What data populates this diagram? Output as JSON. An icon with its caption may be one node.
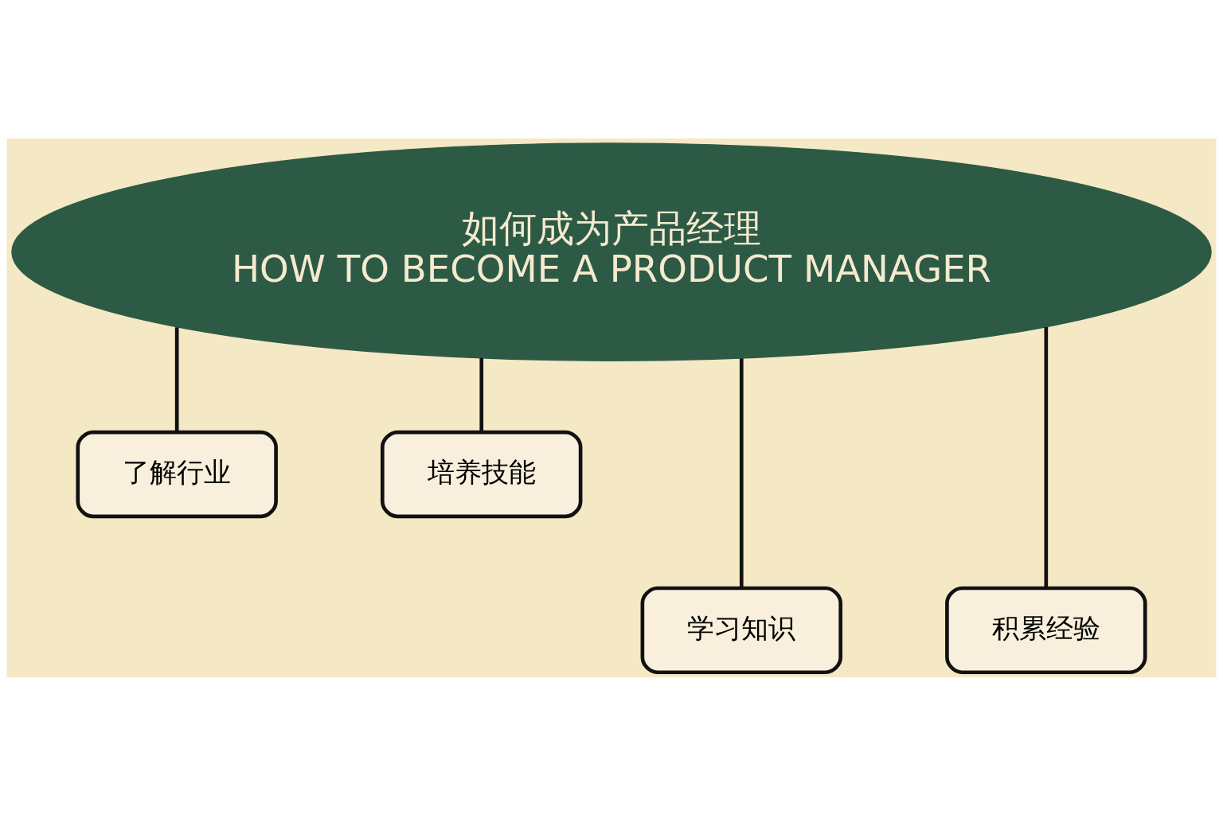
{
  "diagram": {
    "nodes": [
      {
        "text": [
          "如何成为产品经理",
          "HOW TO BECOME A PRODUCT MANAGER"
        ]
      },
      {
        "text": [
          "了解行业"
        ]
      },
      {
        "text": [
          "培养技能"
        ]
      },
      {
        "text": [
          "学习知识"
        ]
      },
      {
        "text": [
          "积累经验"
        ]
      }
    ],
    "edges": [
      {
        "from": 0,
        "to": 1,
        "arrow": "none"
      },
      {
        "from": 0,
        "to": 2,
        "arrow": "none"
      },
      {
        "from": 0,
        "to": 3,
        "arrow": "none"
      },
      {
        "from": 0,
        "to": 4,
        "arrow": "none"
      }
    ]
  }
}
